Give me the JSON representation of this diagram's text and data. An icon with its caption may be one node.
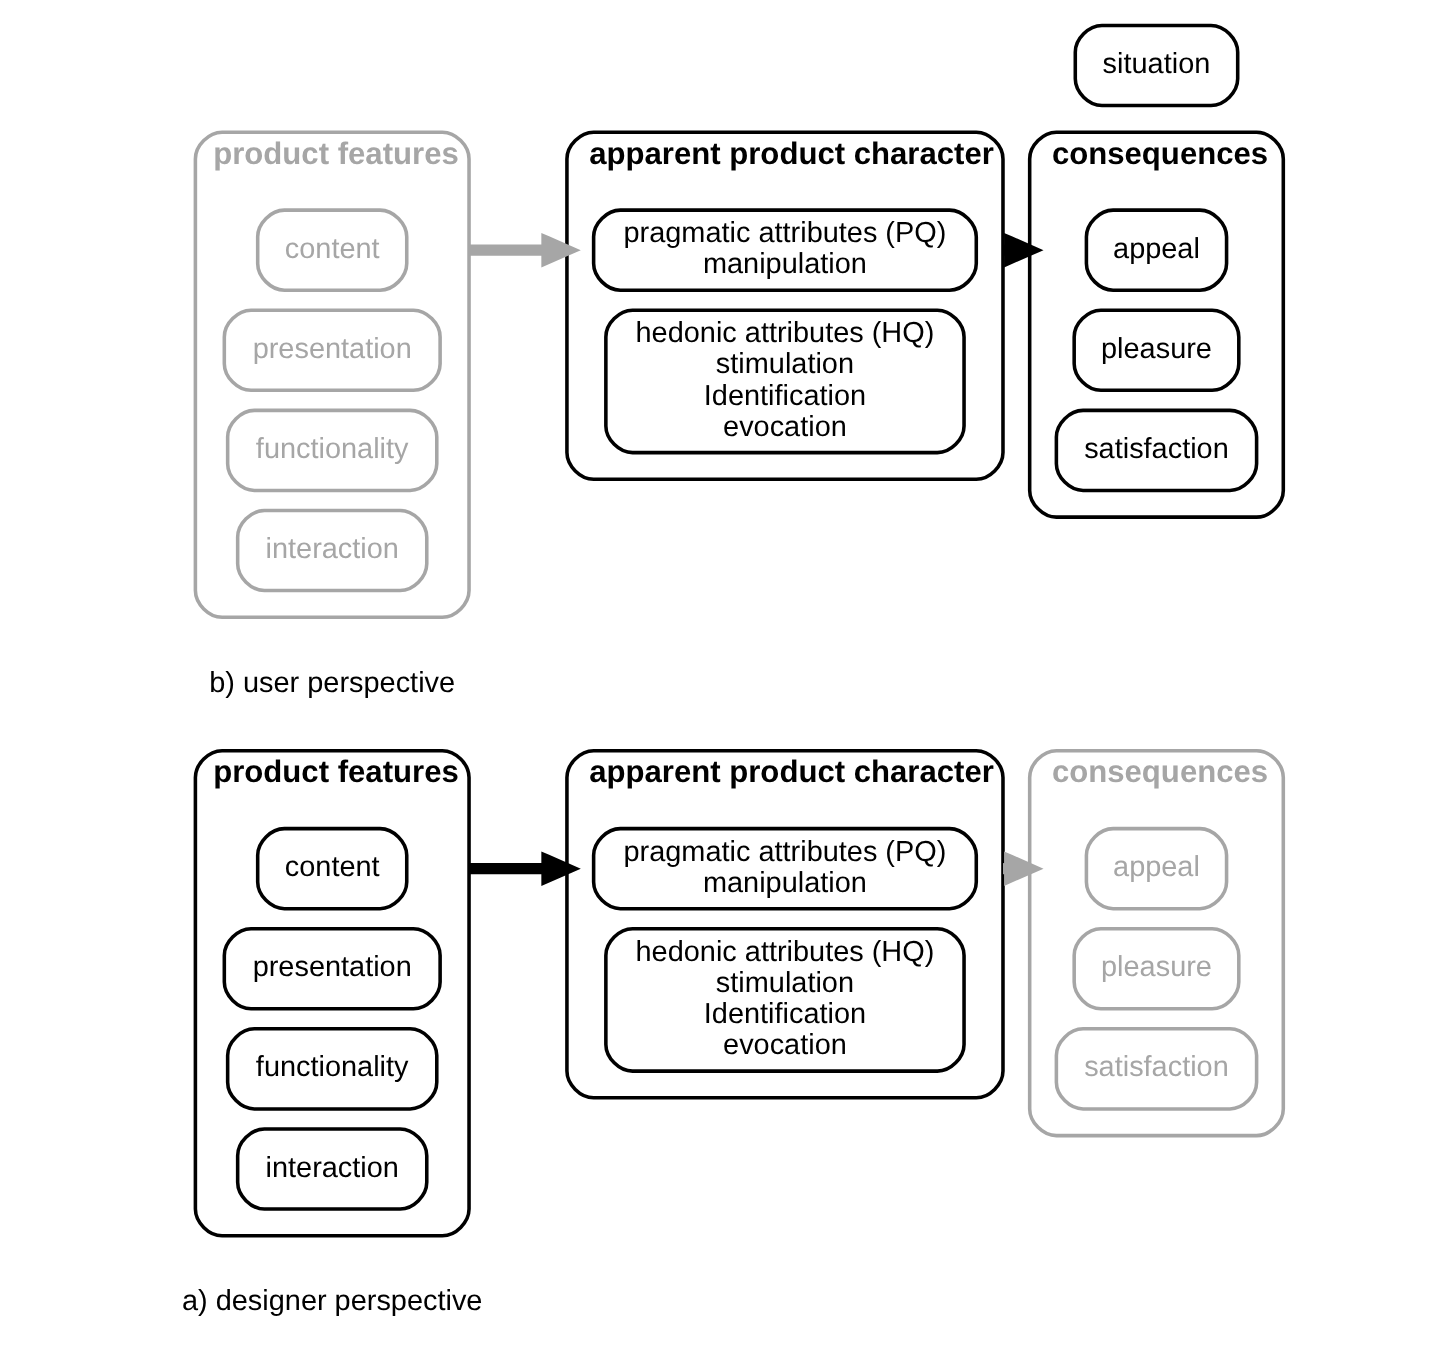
{
  "diagram": {
    "nodes": [
      {
        "text": [
          "product features"
        ]
      },
      {
        "text": [
          "content"
        ],
        "in": 0
      },
      {
        "text": [
          "presentation"
        ],
        "in": 0
      },
      {
        "text": [
          "functionality"
        ],
        "in": 0
      },
      {
        "text": [
          "interaction"
        ],
        "in": 0
      },
      {
        "text": [
          "apparent product character"
        ]
      },
      {
        "text": [
          "pragmatic attributes (PQ)",
          "manipulation"
        ],
        "in": 5
      },
      {
        "text": [
          "hedonic attributes (HQ)",
          "stimulation",
          "Identification",
          "evocation"
        ],
        "in": 5
      },
      {
        "text": [
          "consequences"
        ]
      },
      {
        "text": [
          "appeal"
        ],
        "in": 8
      },
      {
        "text": [
          "pleasure"
        ],
        "in": 8
      },
      {
        "text": [
          "satisfaction"
        ],
        "in": 8
      },
      {
        "text": [
          "product features"
        ]
      },
      {
        "text": [
          "content"
        ],
        "in": 12
      },
      {
        "text": [
          "presentation"
        ],
        "in": 12
      },
      {
        "text": [
          "functionality"
        ],
        "in": 12
      },
      {
        "text": [
          "interaction"
        ],
        "in": 12
      },
      {
        "text": [
          "apparent product character"
        ]
      },
      {
        "text": [
          "pragmatic attributes (PQ)",
          "manipulation"
        ],
        "in": 17
      },
      {
        "text": [
          "hedonic attributes (HQ)",
          "stimulation",
          "Identification",
          "evocation"
        ],
        "in": 17
      },
      {
        "text": [
          "situation"
        ]
      },
      {
        "text": [
          "consequences"
        ]
      },
      {
        "text": [
          "appeal"
        ],
        "in": 21
      },
      {
        "text": [
          "pleasure"
        ],
        "in": 21
      },
      {
        "text": [
          "satisfaction"
        ],
        "in": 21
      }
    ],
    "edges": [
      {
        "from": 0,
        "to": 5,
        "arrow": "to"
      },
      {
        "from": 5,
        "to": 8,
        "arrow": "to",
        "color": "#a6a6a6"
      },
      {
        "from": 12,
        "to": 17,
        "arrow": "to",
        "color": "#a6a6a6"
      },
      {
        "from": 17,
        "to": 21,
        "arrow": "to"
      }
    ],
    "labels": [
      "a) designer perspective",
      "b) user perspective"
    ]
  }
}
